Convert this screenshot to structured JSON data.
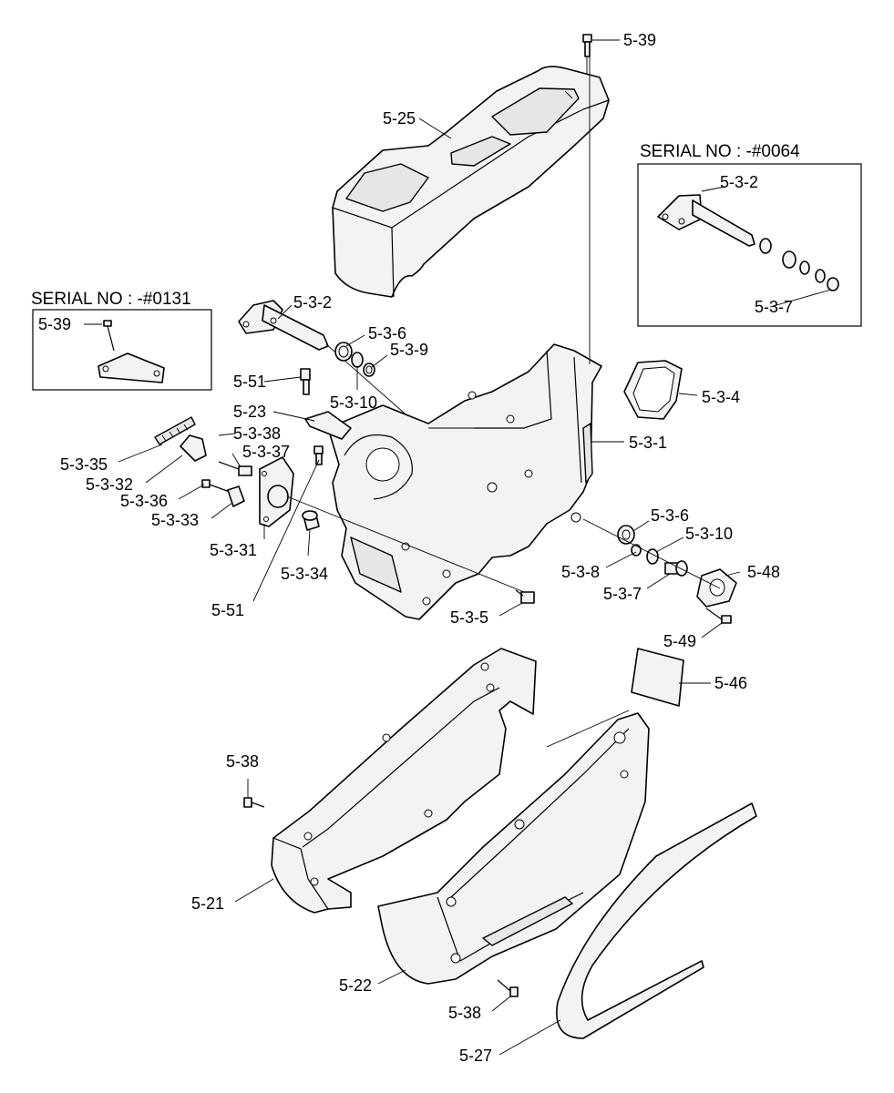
{
  "serial_boxes": {
    "left": {
      "title": "SERIAL NO : -#0131"
    },
    "right": {
      "title": "SERIAL NO : -#0064"
    }
  },
  "callouts": [
    "5-39",
    "5-25",
    "5-3-2",
    "5-3-7",
    "5-3-2",
    "5-39",
    "5-3-6",
    "5-3-9",
    "5-51",
    "5-3-10",
    "5-3-4",
    "5-23",
    "5-3-1",
    "5-3-38",
    "5-3-37",
    "5-3-35",
    "5-3-32",
    "5-3-36",
    "5-3-33",
    "5-3-6",
    "5-3-10",
    "5-3-8",
    "5-48",
    "5-3-7",
    "5-3-31",
    "5-3-34",
    "5-51",
    "5-3-5",
    "5-49",
    "5-46",
    "5-38",
    "5-21",
    "5-22",
    "5-38",
    "5-27"
  ]
}
